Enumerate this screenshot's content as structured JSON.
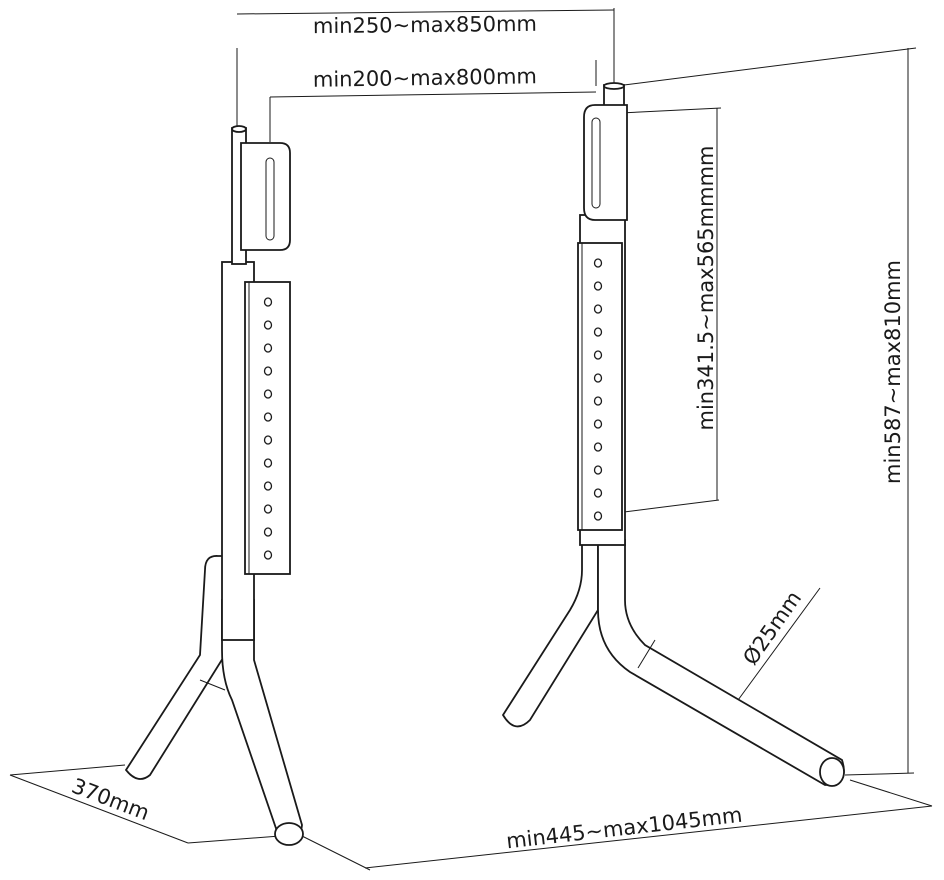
{
  "title": "TV stand dimensions diagram",
  "dimensions": {
    "outer_post_spacing": "min250~max850mm",
    "inner_bracket_spacing": "min200~max800mm",
    "bracket_height_range": "min341.5~max565mmmm",
    "overall_height": "min587~max810mm",
    "tube_diameter": "Ø25mm",
    "base_depth": "370mm",
    "base_width": "min445~max1045mm"
  },
  "colors": {
    "line": "#1a1a1a",
    "background": "#ffffff"
  }
}
